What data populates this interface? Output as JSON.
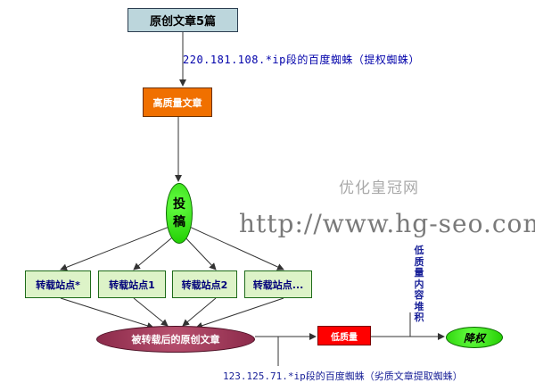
{
  "nodes": {
    "top": "原创文章5篇",
    "quality": "高质量文章",
    "submit_line1": "投",
    "submit_line2": "稿",
    "sites": [
      "转载站点*",
      "转载站点1",
      "转载站点2",
      "转载站点..."
    ],
    "merged": "被转载后的原创文章",
    "low_quality": "低质量",
    "demote": "降权"
  },
  "labels": {
    "spider_top": "220.181.108.*ip段的百度蜘蛛（提权蜘蛛）",
    "spider_bottom": "123.125.71.*ip段的百度蜘蛛（劣质文章提取蜘蛛）",
    "vertical": "低质量内容堆积"
  },
  "watermark": {
    "text": "优化皇冠网",
    "url": "http://www.hg-seo.com"
  },
  "colors": {
    "arrow": "#333333",
    "label_blue": "#0000aa"
  }
}
